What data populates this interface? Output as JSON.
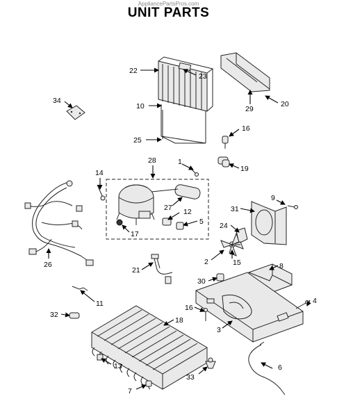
{
  "header": {
    "watermark": "AppliancePartsPros.com",
    "title": "UNIT PARTS"
  },
  "diagram": {
    "callouts": [
      {
        "id": "c22",
        "text": "22"
      },
      {
        "id": "c23",
        "text": "23"
      },
      {
        "id": "c20",
        "text": "20"
      },
      {
        "id": "c29",
        "text": "29"
      },
      {
        "id": "c34",
        "text": "34"
      },
      {
        "id": "c10",
        "text": "10"
      },
      {
        "id": "c25",
        "text": "25"
      },
      {
        "id": "c16a",
        "text": "16"
      },
      {
        "id": "c19",
        "text": "19"
      },
      {
        "id": "c28",
        "text": "28"
      },
      {
        "id": "c1",
        "text": "1"
      },
      {
        "id": "c14",
        "text": "14"
      },
      {
        "id": "c9",
        "text": "9"
      },
      {
        "id": "c27",
        "text": "27"
      },
      {
        "id": "c12",
        "text": "12"
      },
      {
        "id": "c31",
        "text": "31"
      },
      {
        "id": "c5",
        "text": "5"
      },
      {
        "id": "c17",
        "text": "17"
      },
      {
        "id": "c24",
        "text": "24"
      },
      {
        "id": "c26",
        "text": "26"
      },
      {
        "id": "c2",
        "text": "2"
      },
      {
        "id": "c15",
        "text": "15"
      },
      {
        "id": "c8",
        "text": "8"
      },
      {
        "id": "c21",
        "text": "21"
      },
      {
        "id": "c30",
        "text": "30"
      },
      {
        "id": "c11",
        "text": "11"
      },
      {
        "id": "c4",
        "text": "4"
      },
      {
        "id": "c16b",
        "text": "16"
      },
      {
        "id": "c32",
        "text": "32"
      },
      {
        "id": "c18",
        "text": "18"
      },
      {
        "id": "c3",
        "text": "3"
      },
      {
        "id": "c13",
        "text": "13"
      },
      {
        "id": "c6",
        "text": "6"
      },
      {
        "id": "c33",
        "text": "33"
      },
      {
        "id": "c7",
        "text": "7"
      }
    ]
  }
}
